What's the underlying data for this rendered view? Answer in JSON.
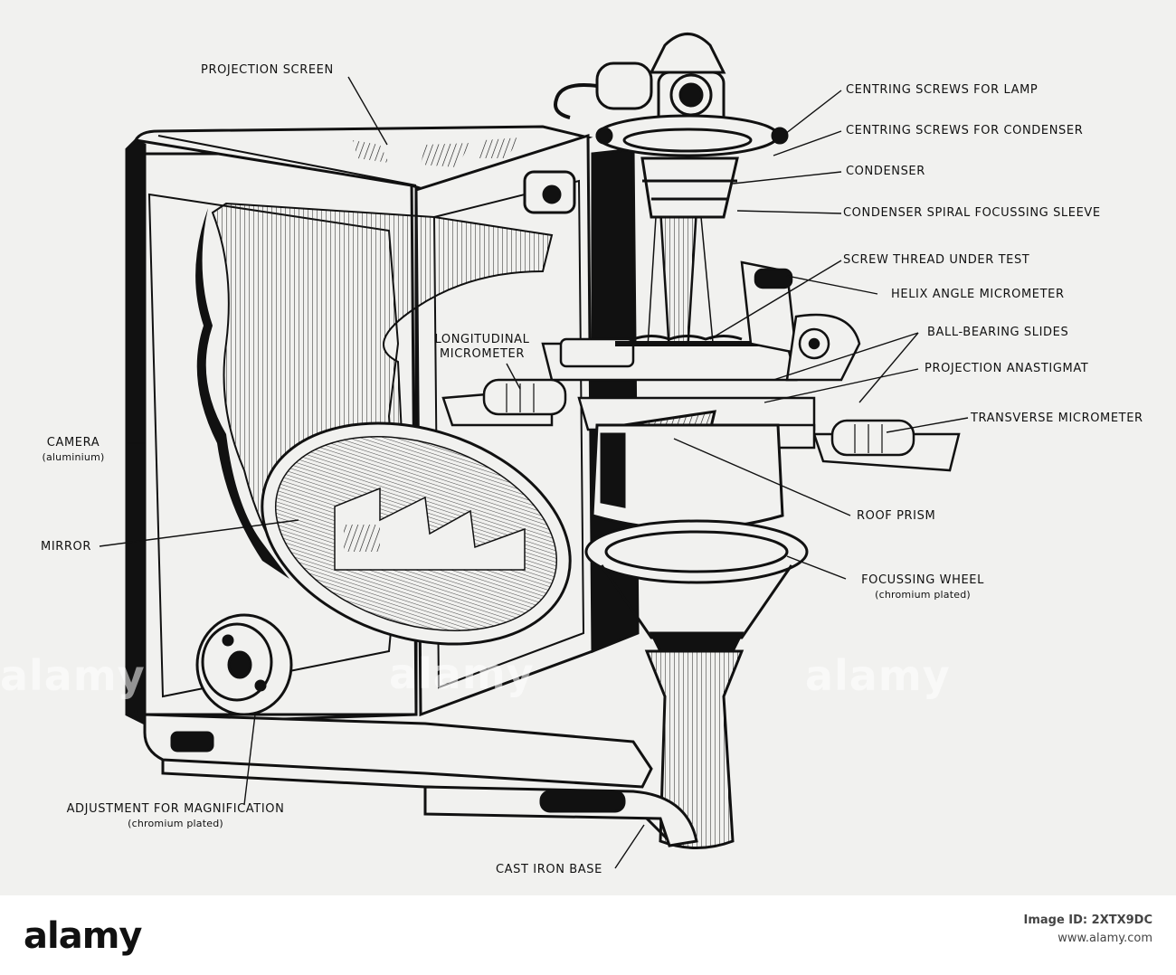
{
  "labels": {
    "projection_screen": "PROJECTION SCREEN",
    "centring_lamp": "CENTRING SCREWS FOR LAMP",
    "centring_condenser": "CENTRING SCREWS FOR CONDENSER",
    "condenser": "CONDENSER",
    "condenser_sleeve": "CONDENSER SPIRAL FOCUSSING SLEEVE",
    "screw_thread": "SCREW THREAD UNDER TEST",
    "helix_micrometer": "HELIX ANGLE MICROMETER",
    "ball_bearing": "BALL-BEARING SLIDES",
    "projection_anastigmat": "PROJECTION ANASTIGMAT",
    "transverse_micrometer": "TRANSVERSE MICROMETER",
    "longitudinal_line1": "LONGITUDINAL",
    "longitudinal_line2": "MICROMETER",
    "camera": "CAMERA",
    "camera_sub": "(aluminium)",
    "mirror": "MIRROR",
    "roof_prism": "ROOF PRISM",
    "focussing_wheel": "FOCUSSING WHEEL",
    "focussing_wheel_sub": "(chromium plated)",
    "adjustment": "ADJUSTMENT FOR MAGNIFICATION",
    "adjustment_sub": "(chromium plated)",
    "base": "CAST IRON BASE"
  },
  "watermark": {
    "left": "alamy",
    "center": "alamy",
    "right": "alamy"
  },
  "footer": {
    "logo": "alamy",
    "image_id_label": "Image ID: 2XTX9DC",
    "site": "www.alamy.com"
  },
  "colors": {
    "ink": "#111111",
    "paper": "#f1f1ef",
    "footer_bg": "#ffffff"
  }
}
